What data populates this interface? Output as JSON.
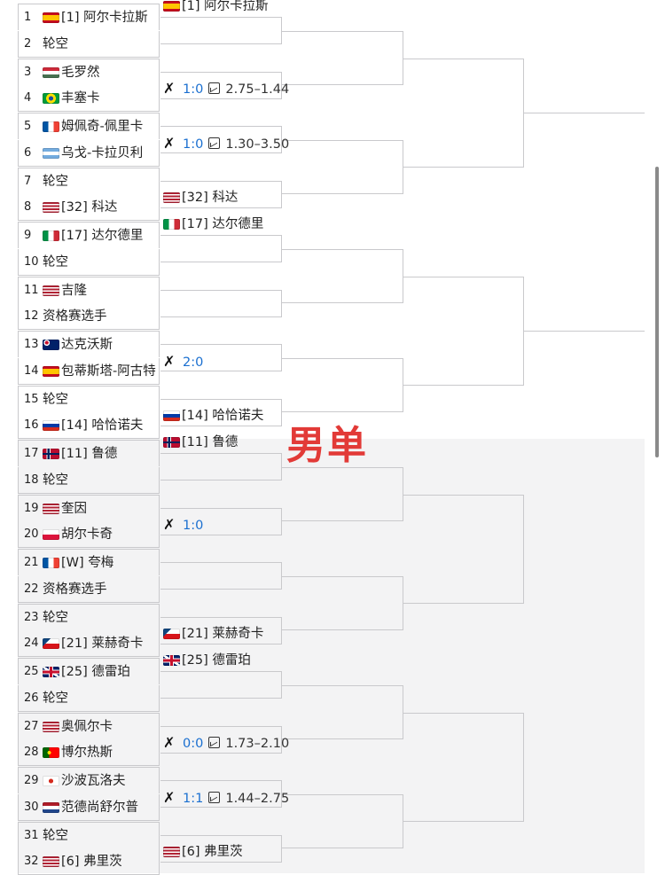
{
  "title_watermark": "男单",
  "colors": {
    "score_blue": "#1a6fd0",
    "watermark_red": "#e23a37"
  },
  "entrants": [
    {
      "num": "1",
      "flag": "ESP",
      "name": "[1] 阿尔卡拉斯"
    },
    {
      "num": "2",
      "flag": "",
      "name": "轮空"
    },
    {
      "num": "3",
      "flag": "HUN",
      "name": "毛罗然"
    },
    {
      "num": "4",
      "flag": "BRA",
      "name": "丰塞卡"
    },
    {
      "num": "5",
      "flag": "FRA",
      "name": "姆佩奇-佩里卡"
    },
    {
      "num": "6",
      "flag": "ARG",
      "name": "乌戈-卡拉贝利"
    },
    {
      "num": "7",
      "flag": "",
      "name": "轮空"
    },
    {
      "num": "8",
      "flag": "USA",
      "name": "[32] 科达"
    },
    {
      "num": "9",
      "flag": "ITA",
      "name": "[17] 达尔德里"
    },
    {
      "num": "10",
      "flag": "",
      "name": "轮空"
    },
    {
      "num": "11",
      "flag": "USA",
      "name": "吉隆"
    },
    {
      "num": "12",
      "flag": "",
      "name": "资格赛选手"
    },
    {
      "num": "13",
      "flag": "AUS",
      "name": "达克沃斯"
    },
    {
      "num": "14",
      "flag": "ESP",
      "name": "包蒂斯塔-阿古特"
    },
    {
      "num": "15",
      "flag": "",
      "name": "轮空"
    },
    {
      "num": "16",
      "flag": "RUS",
      "name": "[14] 哈恰诺夫"
    },
    {
      "num": "17",
      "flag": "NOR",
      "name": "[11] 鲁德"
    },
    {
      "num": "18",
      "flag": "",
      "name": "轮空"
    },
    {
      "num": "19",
      "flag": "USA",
      "name": "奎因"
    },
    {
      "num": "20",
      "flag": "POL",
      "name": "胡尔卡奇"
    },
    {
      "num": "21",
      "flag": "FRA",
      "name": "[W] 夸梅"
    },
    {
      "num": "22",
      "flag": "",
      "name": "资格赛选手"
    },
    {
      "num": "23",
      "flag": "",
      "name": "轮空"
    },
    {
      "num": "24",
      "flag": "CZE",
      "name": "[21] 莱赫奇卡"
    },
    {
      "num": "25",
      "flag": "GBR",
      "name": "[25] 德雷珀"
    },
    {
      "num": "26",
      "flag": "",
      "name": "轮空"
    },
    {
      "num": "27",
      "flag": "USA",
      "name": "奥佩尔卡"
    },
    {
      "num": "28",
      "flag": "POR",
      "name": "博尔热斯"
    },
    {
      "num": "29",
      "flag": "CAN",
      "name": "沙波瓦洛夫"
    },
    {
      "num": "30",
      "flag": "NED",
      "name": "范德尚舒尔普"
    },
    {
      "num": "31",
      "flag": "",
      "name": "轮空"
    },
    {
      "num": "32",
      "flag": "USA",
      "name": "[6] 弗里茨"
    }
  ],
  "round2": [
    {
      "type": "adv",
      "flag": "ESP",
      "name": "[1] 阿尔卡拉斯"
    },
    {
      "type": "match",
      "icon": "crossed-swords-icon",
      "score": "1:0",
      "odds": "2.75–1.44"
    },
    {
      "type": "match",
      "icon": "crossed-swords-icon",
      "score": "1:0",
      "odds": "1.30–3.50"
    },
    {
      "type": "adv",
      "flag": "USA",
      "name": "[32] 科达"
    },
    {
      "type": "adv",
      "flag": "ITA",
      "name": "[17] 达尔德里"
    },
    {
      "type": "empty"
    },
    {
      "type": "match",
      "icon": "crossed-swords-icon",
      "score": "2:0",
      "odds": ""
    },
    {
      "type": "adv",
      "flag": "RUS",
      "name": "[14] 哈恰诺夫"
    },
    {
      "type": "adv",
      "flag": "NOR",
      "name": "[11] 鲁德"
    },
    {
      "type": "match",
      "icon": "crossed-swords-icon",
      "score": "1:0",
      "odds": ""
    },
    {
      "type": "empty"
    },
    {
      "type": "adv",
      "flag": "CZE",
      "name": "[21] 莱赫奇卡"
    },
    {
      "type": "adv",
      "flag": "GBR",
      "name": "[25] 德雷珀"
    },
    {
      "type": "match",
      "icon": "crossed-swords-icon",
      "score": "0:0",
      "odds": "1.73–2.10"
    },
    {
      "type": "match",
      "icon": "crossed-swords-icon",
      "score": "1:1",
      "odds": "1.44–2.75"
    },
    {
      "type": "adv",
      "flag": "USA",
      "name": "[6] 弗里茨"
    }
  ]
}
